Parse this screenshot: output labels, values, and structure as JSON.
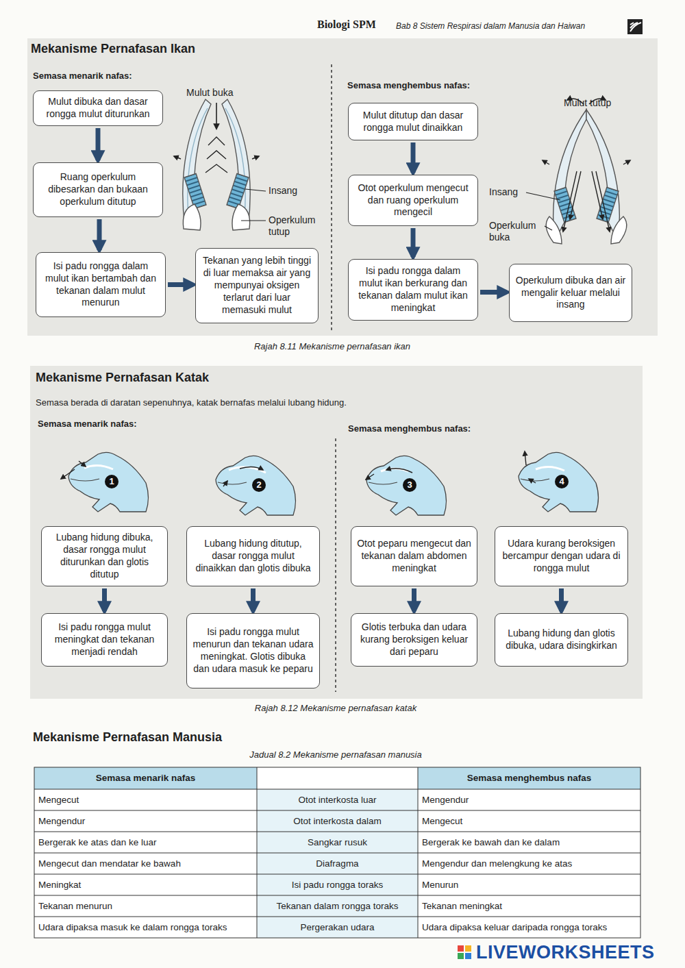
{
  "diagram": {
    "nodes": [
      {
        "text": [
          "Mulut dibuka dan dasar rongga mulut diturunkan"
        ]
      },
      {
        "text": [
          "Ruang operkulum dibesarkan dan bukaan operkulum ditutup"
        ]
      },
      {
        "text": [
          "Isi padu rongga dalam mulut ikan bertambah dan tekanan dalam mulut menurun"
        ]
      },
      {
        "text": [
          "Tekanan yang lebih tinggi di luar memaksa air yang mempunyai oksigen terlarut dari luar memasuki mulut"
        ]
      },
      {
        "text": [
          "Mulut ditutup dan dasar rongga mulut dinaikkan"
        ]
      },
      {
        "text": [
          "Otot operkulum mengecut dan ruang operkulum mengecil"
        ]
      },
      {
        "text": [
          "Isi padu rongga dalam mulut ikan berkurang dan tekanan dalam mulut ikan meningkat"
        ]
      },
      {
        "text": [
          "Operkulum dibuka dan air mengalir keluar melalui insang"
        ]
      },
      {
        "text": [
          "Lubang hidung dibuka, dasar rongga mulut diturunkan dan glotis ditutup"
        ]
      },
      {
        "text": [
          "Isi padu rongga mulut meningkat dan tekanan menjadi rendah"
        ]
      },
      {
        "text": [
          "Lubang hidung ditutup, dasar rongga mulut dinaikkan dan glotis dibuka"
        ]
      },
      {
        "text": [
          "Isi padu rongga mulut menurun dan tekanan udara meningkat. Glotis dibuka dan udara masuk ke peparu"
        ]
      },
      {
        "text": [
          "Otot peparu mengecut dan tekanan dalam abdomen meningkat"
        ]
      },
      {
        "text": [
          "Glotis terbuka dan udara kurang beroksigen keluar dari peparu"
        ]
      },
      {
        "text": [
          "Udara kurang beroksigen bercampur dengan udara di rongga mulut"
        ]
      },
      {
        "text": [
          "Lubang hidung dan glotis dibuka, udara disingkirkan"
        ]
      }
    ],
    "edges": [
      {
        "from": 0,
        "to": 1,
        "arrow": "to"
      },
      {
        "from": 1,
        "to": 2,
        "arrow": "to"
      },
      {
        "from": 2,
        "to": 3,
        "arrow": "to"
      },
      {
        "from": 4,
        "to": 5,
        "arrow": "to"
      },
      {
        "from": 5,
        "to": 6,
        "arrow": "to"
      },
      {
        "from": 6,
        "to": 7,
        "arrow": "to"
      },
      {
        "from": 8,
        "to": 9,
        "arrow": "to"
      },
      {
        "from": 10,
        "to": 11,
        "arrow": "to"
      },
      {
        "from": 12,
        "to": 13,
        "arrow": "to"
      },
      {
        "from": 14,
        "to": 15,
        "arrow": "to"
      }
    ],
    "labels": [
      "Biologi SPM",
      "Bab 8 Sistem Respirasi dalam Manusia dan Haiwan",
      "Mekanisme Pernafasan Ikan",
      "Semasa menarik nafas:",
      "Mulut buka",
      "Insang",
      "Operkulum tutup",
      "Semasa menghembus nafas:",
      "Mulut tutup",
      "Insang",
      "Operkulum buka",
      "Rajah 8.11 Mekanisme pernafasan ikan",
      "Mekanisme Pernafasan Katak",
      "Semasa berada di daratan sepenuhnya, katak bernafas melalui lubang hidung.",
      "Semasa menarik nafas:",
      "Semasa menghembus nafas:",
      "1",
      "2",
      "3",
      "4",
      "Rajah 8.12 Mekanisme pernafasan katak",
      "Mekanisme Pernafasan Manusia",
      "Jadual 8.2 Mekanisme pernafasan manusia",
      "Semasa menarik nafas",
      "Semasa menghembus nafas",
      "Mengecut",
      "Otot interkosta luar",
      "Mengendur",
      "Mengendur",
      "Otot interkosta dalam",
      "Mengecut",
      "Bergerak ke atas dan ke luar",
      "Sangkar rusuk",
      "Bergerak ke bawah dan ke dalam",
      "Mengecut dan mendatar ke bawah",
      "Diafragma",
      "Mengendur dan melengkung ke atas",
      "Meningkat",
      "Isi padu rongga toraks",
      "Menurun",
      "Tekanan menurun",
      "Tekanan dalam rongga toraks",
      "Tekanan meningkat",
      "Udara dipaksa masuk ke dalam rongga toraks",
      "Pergerakan udara",
      "Udara dipaksa keluar daripada rongga toraks",
      "LIVEWORKSHEETS"
    ]
  }
}
